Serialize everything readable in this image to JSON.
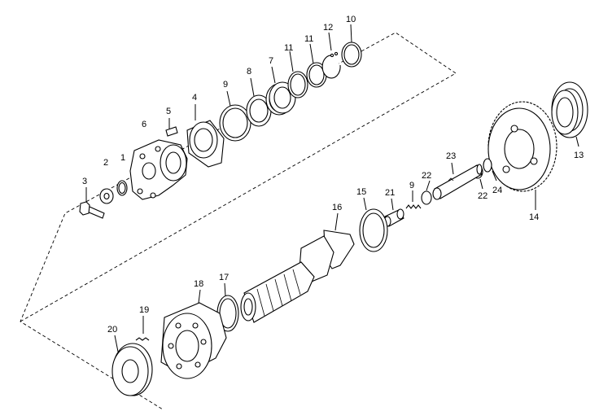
{
  "diagram": {
    "labels": {
      "l1": "1",
      "l2": "2",
      "l3": "3",
      "l4": "4",
      "l5": "5",
      "l6": "6",
      "l7": "7",
      "l8": "8",
      "l9a": "9",
      "l9b": "9",
      "l10": "10",
      "l11a": "11",
      "l11b": "11",
      "l12": "12",
      "l13": "13",
      "l14": "14",
      "l15": "15",
      "l16": "16",
      "l17": "17",
      "l18": "18",
      "l19": "19",
      "l20": "20",
      "l21": "21",
      "l22a": "22",
      "l22b": "22",
      "l23": "23",
      "l24": "24"
    }
  }
}
